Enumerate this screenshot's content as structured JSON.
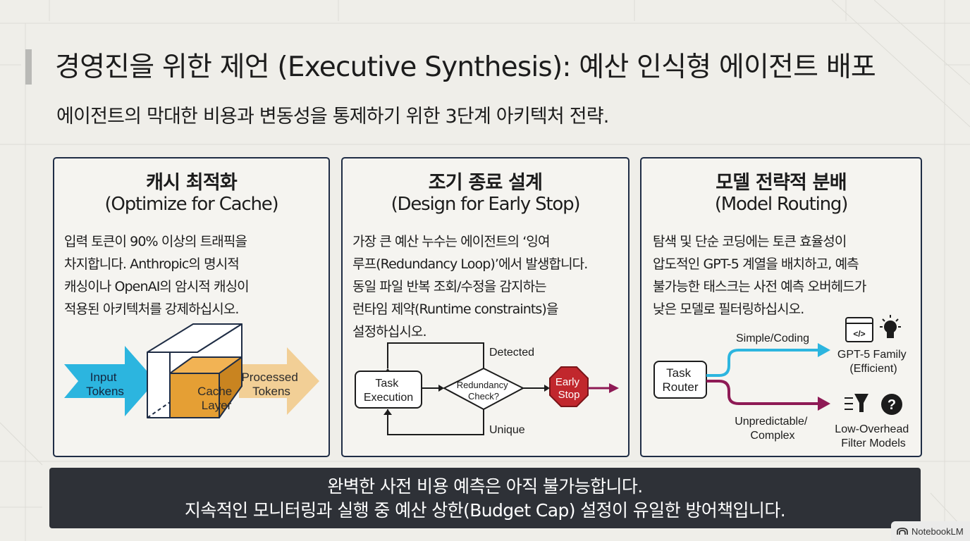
{
  "title": "경영진을 위한 제언 (Executive Synthesis): 예산 인식형 에이전트 배포",
  "subtitle": "에이전트의 막대한 비용과 변동성을 통제하기 위한 3단계 아키텍처 전략.",
  "cards": [
    {
      "title_ko": "캐시 최적화",
      "title_en": "(Optimize for Cache)",
      "body": [
        "입력 토큰이 90% 이상의 트래픽을",
        "차지합니다. Anthropic의 명시적",
        "캐싱이나 OpenAI의 암시적 캐싱이",
        "적용된 아키텍처를 강제하십시오."
      ],
      "diagram": {
        "input_label": [
          "Input",
          "Tokens"
        ],
        "cache_label": [
          "Cache",
          "Layer"
        ],
        "output_label": [
          "Processed",
          "Tokens"
        ]
      }
    },
    {
      "title_ko": "조기 종료 설계",
      "title_en": "(Design for Early Stop)",
      "body": [
        "가장 큰 예산 누수는 에이전트의 ‘잉여",
        "루프(Redundancy Loop)’에서 발생합니다.",
        "동일 파일 반복 조회/수정을 감지하는",
        "런타임 제약(Runtime constraints)을",
        "설정하십시오."
      ],
      "diagram": {
        "task_label": [
          "Task",
          "Execution"
        ],
        "check_label": [
          "Redundancy",
          "Check?"
        ],
        "detected_label": "Detected",
        "unique_label": "Unique",
        "stop_label": [
          "Early",
          "Stop"
        ]
      }
    },
    {
      "title_ko": "모델 전략적 분배",
      "title_en": "(Model Routing)",
      "body": [
        "탐색 및 단순 코딩에는 토큰 효율성이",
        "압도적인 GPT-5 계열을 배치하고, 예측",
        "불가능한 태스크는 사전 예측 오버헤드가",
        "낮은 모델로 필터링하십시오."
      ],
      "diagram": {
        "router_label": [
          "Task",
          "Router"
        ],
        "simple_label": "Simple/Coding",
        "complex_label": [
          "Unpredictable/",
          "Complex"
        ],
        "gpt_label": [
          "GPT-5 Family",
          "(Efficient)"
        ],
        "filter_label": [
          "Low-Overhead",
          "Filter Models"
        ],
        "code_icon_text": "</>"
      }
    }
  ],
  "banner": {
    "line1": "완벽한 사전 비용 예측은 아직 불가능합니다.",
    "line2": "지속적인 모니터링과 실행 중 예산 상한(Budget Cap) 설정이 유일한 방어책입니다."
  },
  "watermark": "NotebookLM",
  "colors": {
    "background": "#efeee9",
    "card_border": "#1f2d45",
    "cyan": "#2cb5df",
    "cube_orange": "#e59f34",
    "arrow_peach": "#f2cf96",
    "stop_red": "#c1272d",
    "magenta": "#8e1a55",
    "banner": "#2e3137"
  }
}
